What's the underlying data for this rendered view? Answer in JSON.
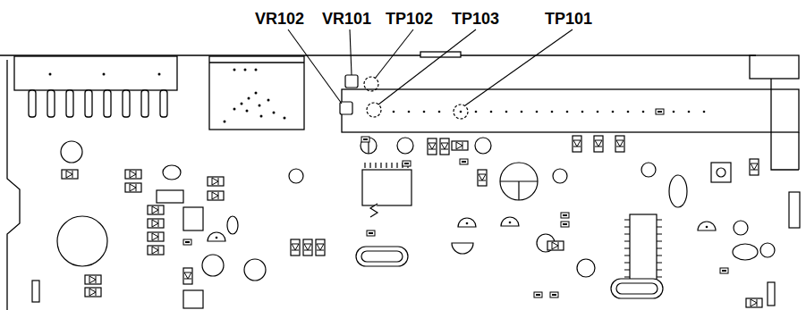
{
  "diagram": {
    "labels": [
      "VR102",
      "VR101",
      "TP102",
      "TP103",
      "TP101"
    ]
  }
}
